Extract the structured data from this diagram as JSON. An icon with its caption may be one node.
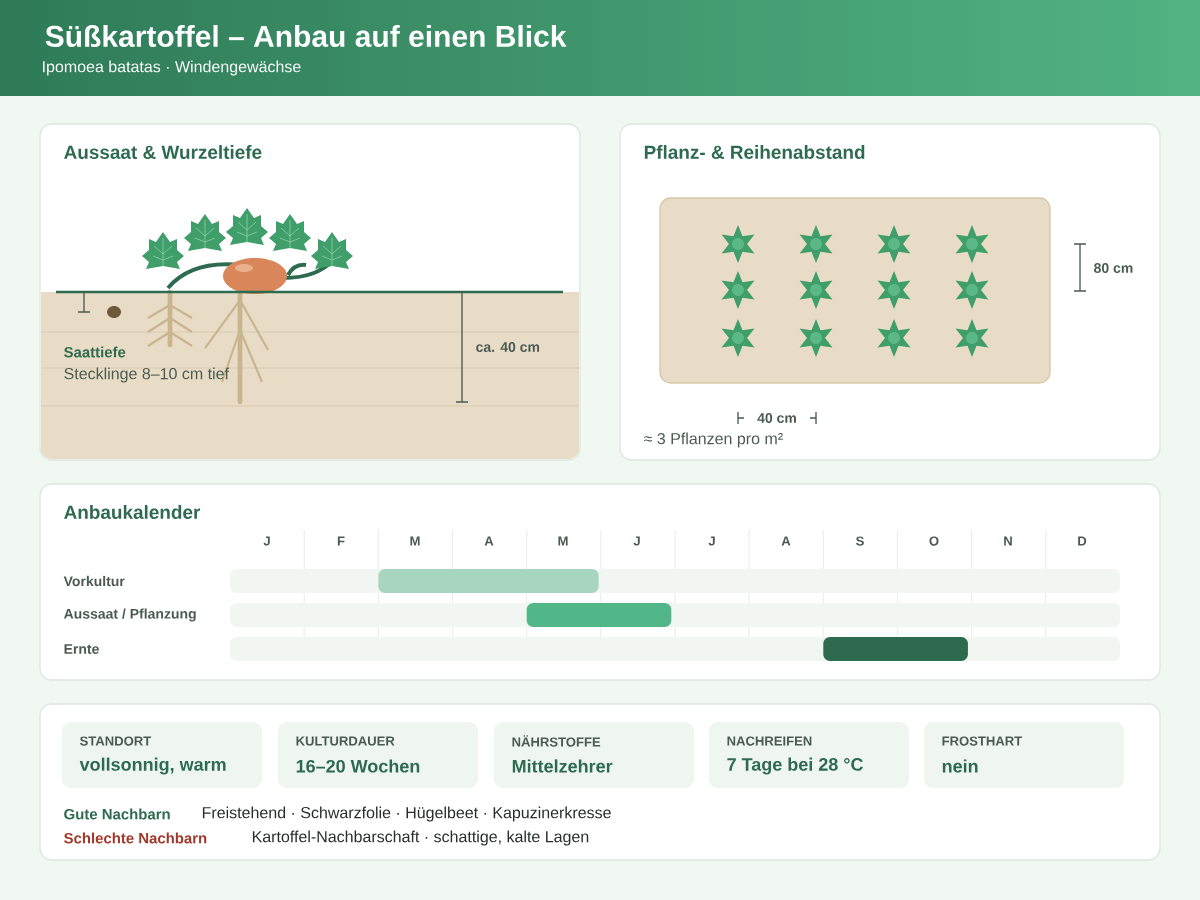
{
  "diagram": {
    "title": "Süßkartoffel – Anbau auf einen Blick",
    "nodes": [
      {
        "text": [
          "Aussaat & Wurzeltiefe"
        ]
      },
      {
        "text": [
          "Pflanz- & Reihenabstand"
        ]
      },
      {
        "text": [
          "Anbaukalender"
        ]
      },
      {
        "text": [],
        "shape": "bar",
        "in": 2
      },
      {
        "text": [],
        "shape": "bar",
        "in": 2
      },
      {
        "text": [],
        "shape": "bar",
        "in": 2
      },
      {
        "text": [],
        "shape": "box"
      },
      {
        "text": [
          "STANDORT",
          "vollsonnig, warm"
        ],
        "in": 6
      },
      {
        "text": [
          "KULTURDAUER",
          "16–20 Wochen"
        ],
        "in": 6
      },
      {
        "text": [
          "NÄHRSTOFFE",
          "Mittelzehrer"
        ],
        "in": 6
      },
      {
        "text": [
          "NACHREIFEN",
          "7 Tage bei 28 °C"
        ],
        "in": 6
      },
      {
        "text": [
          "FROSTHART",
          "nein"
        ],
        "in": 6
      }
    ],
    "labels": [
      "Ipomoea batatas · Windengewächse",
      "Saattiefe",
      "Stecklinge 8–10 cm tief",
      "ca. 40 cm",
      "80 cm",
      "40 cm",
      "≈ 3 Pflanzen pro m²",
      "J",
      "F",
      "M",
      "A",
      "M",
      "J",
      "J",
      "A",
      "S",
      "O",
      "N",
      "D",
      "Vorkultur",
      "Aussaat / Pflanzung",
      "Ernte",
      "Gute Nachbarn",
      "Freistehend · Schwarzfolie · Hügelbeet · Kapuzinerkresse",
      "Schlechte Nachbarn",
      "Kartoffel-Nachbarschaft · schattige, kalte Lagen"
    ]
  }
}
